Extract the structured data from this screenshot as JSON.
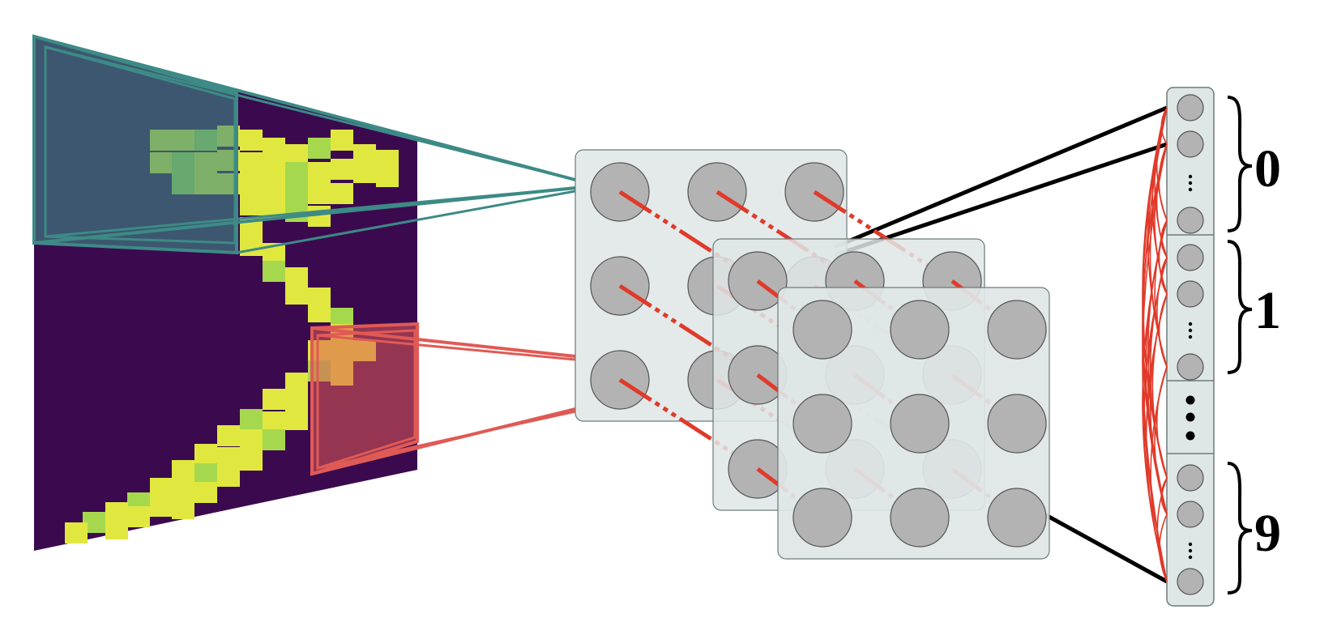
{
  "output_groups": [
    {
      "label": "0"
    },
    {
      "label": "1"
    },
    {
      "label": "9"
    }
  ],
  "colors": {
    "background": "#3b0a4e",
    "digit_bright": "#e0e840",
    "digit_mid": "#a6d84e",
    "teal_window": "#3d8a86",
    "red_window": "#e05a55",
    "neuron_fill": "#b3b3b3",
    "panel_fill": "#dfe6e6",
    "connection_red": "#e03a2a",
    "connection_black": "#000000"
  },
  "icons": {
    "brace": "right-curly-brace-icon",
    "vertical_dots": "vertical-ellipsis-icon"
  }
}
